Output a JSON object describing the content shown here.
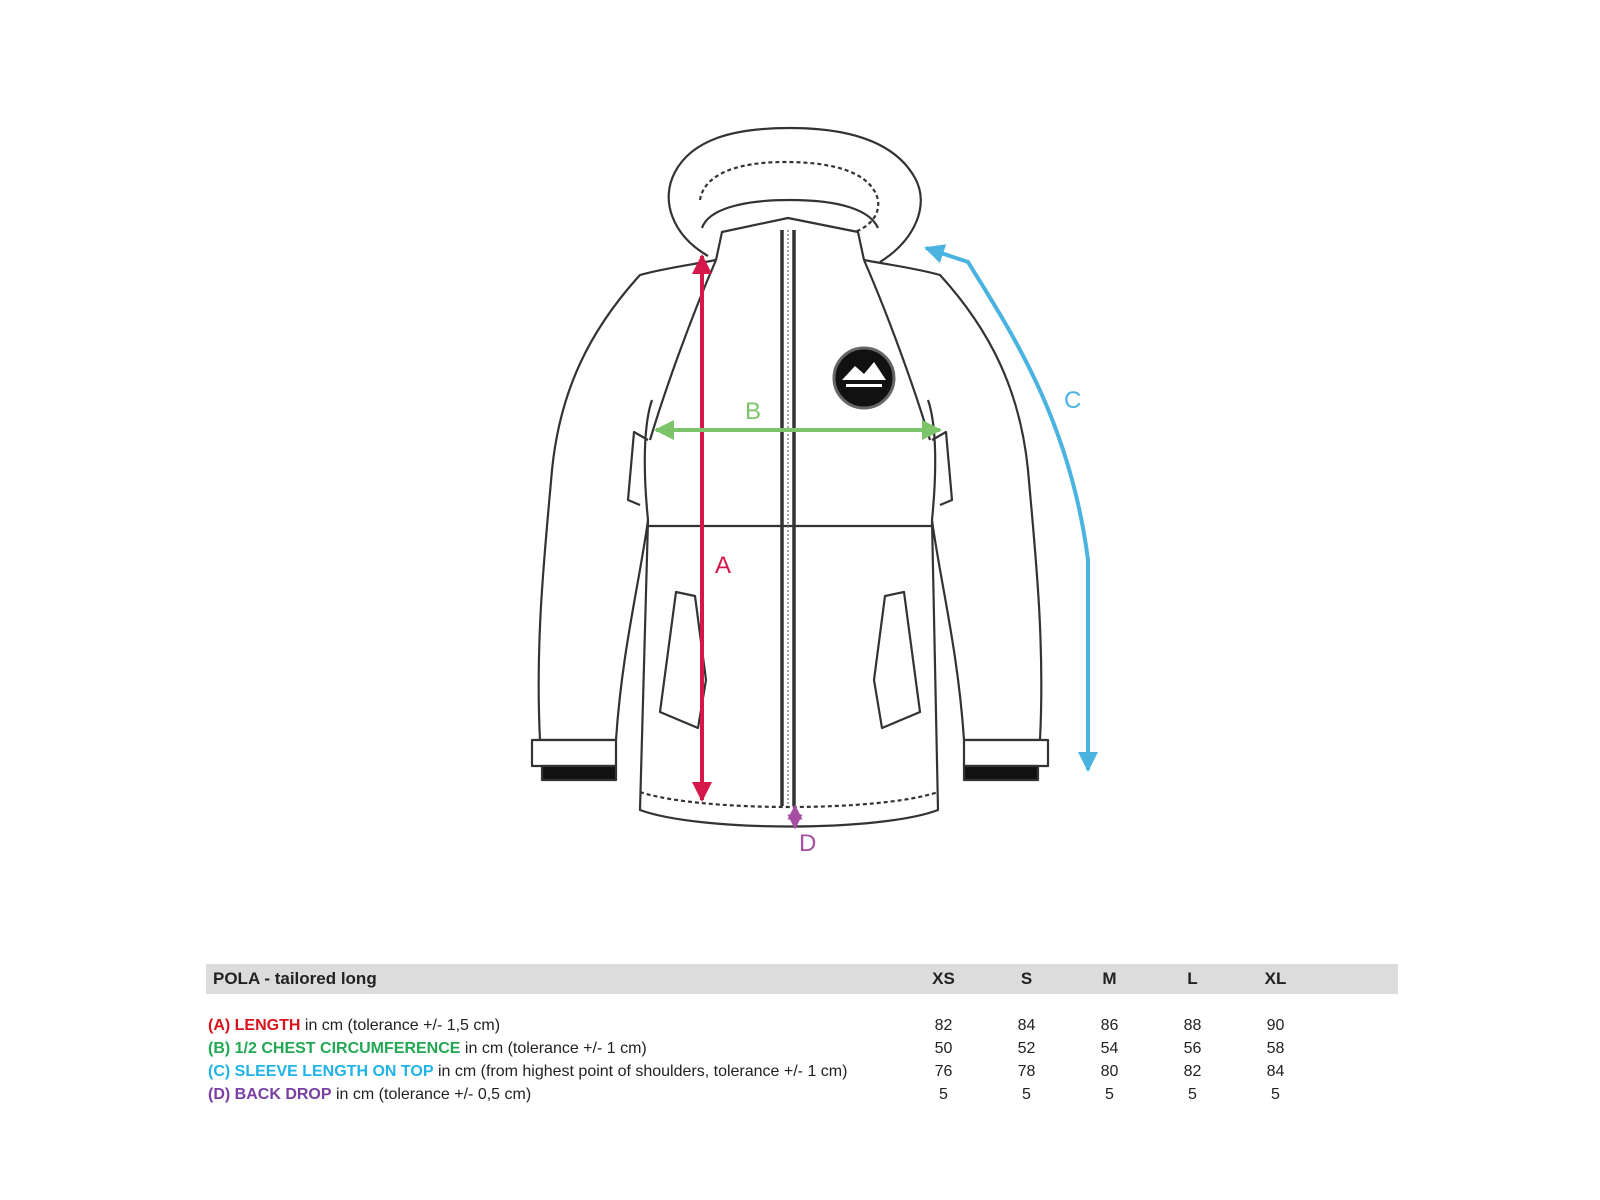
{
  "diagram": {
    "labels": {
      "a": "A",
      "b": "B",
      "c": "C",
      "d": "D"
    },
    "colors": {
      "a": "#d6174a",
      "b": "#7cc46a",
      "c": "#4ab3e0",
      "d": "#a64ea4"
    }
  },
  "table": {
    "product": "POLA - tailored long",
    "sizes": [
      "XS",
      "S",
      "M",
      "L",
      "XL"
    ],
    "rows": [
      {
        "code": "(A) LENGTH",
        "code_color": "#d9141e",
        "desc": " in cm (tolerance +/- 1,5 cm)",
        "values": [
          "82",
          "84",
          "86",
          "88",
          "90"
        ]
      },
      {
        "code": "(B) 1/2 CHEST CIRCUMFERENCE",
        "code_color": "#22a852",
        "desc": " in cm (tolerance +/- 1 cm)",
        "values": [
          "50",
          "52",
          "54",
          "56",
          "58"
        ]
      },
      {
        "code": "(C) SLEEVE LENGTH ON TOP",
        "code_color": "#1fb3e6",
        "desc": " in cm (from highest point of shoulders, tolerance +/- 1 cm)",
        "values": [
          "76",
          "78",
          "80",
          "82",
          "84"
        ]
      },
      {
        "code": "(D) BACK DROP",
        "code_color": "#7a3fa3",
        "desc": " in cm (tolerance +/- 0,5 cm)",
        "values": [
          "5",
          "5",
          "5",
          "5",
          "5"
        ]
      }
    ]
  }
}
